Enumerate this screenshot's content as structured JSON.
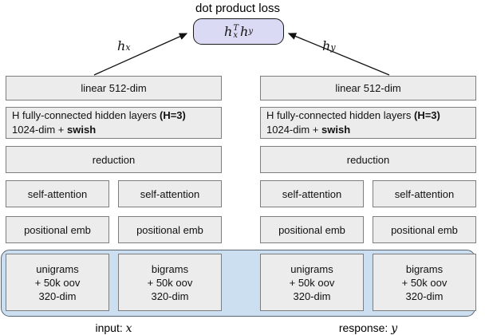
{
  "colors": {
    "box-fill": "#ececec",
    "box-border": "#7d7d7d",
    "loss-fill": "#dadaf5",
    "loss-border": "#1a1a1a",
    "container-fill": "#cbdff0",
    "container-border": "#5a6673",
    "arrow": "#111111"
  },
  "title": "dot product loss",
  "loss": {
    "h1": "h",
    "sup": "T",
    "sub1": "x",
    "h2": "h",
    "sub2": "y"
  },
  "arrow_labels": {
    "left": {
      "base": "h",
      "sub": "x"
    },
    "right": {
      "base": "h",
      "sub": "y"
    }
  },
  "towers": [
    {
      "linear": "linear 512-dim",
      "hidden": {
        "line1": "H fully-connected hidden layers ",
        "line1_bold": "(H=3)",
        "line2": "1024-dim + ",
        "line2_bold": "swish"
      },
      "reduction": "reduction",
      "self_attention": [
        "self-attention",
        "self-attention"
      ],
      "positional": [
        "positional emb",
        "positional emb"
      ],
      "embeddings": [
        {
          "l1": "unigrams",
          "l2": "+ 50k oov",
          "l3": "320-dim"
        },
        {
          "l1": "bigrams",
          "l2": "+ 50k oov",
          "l3": "320-dim"
        }
      ],
      "caption": {
        "label": "input: ",
        "var": "x"
      }
    },
    {
      "linear": "linear 512-dim",
      "hidden": {
        "line1": "H fully-connected hidden layers ",
        "line1_bold": "(H=3)",
        "line2": "1024-dim + ",
        "line2_bold": "swish"
      },
      "reduction": "reduction",
      "self_attention": [
        "self-attention",
        "self-attention"
      ],
      "positional": [
        "positional emb",
        "positional emb"
      ],
      "embeddings": [
        {
          "l1": "unigrams",
          "l2": "+ 50k oov",
          "l3": "320-dim"
        },
        {
          "l1": "bigrams",
          "l2": "+ 50k oov",
          "l3": "320-dim"
        }
      ],
      "caption": {
        "label": "response: ",
        "var": "y"
      }
    }
  ]
}
